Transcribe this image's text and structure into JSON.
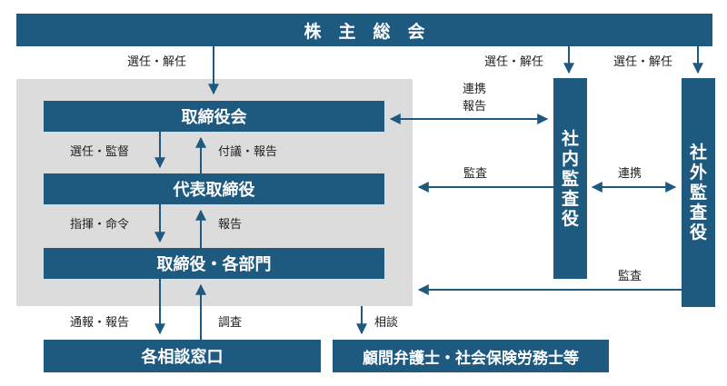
{
  "boxes": {
    "shareholders": "株　主　総　会",
    "board": "取締役会",
    "ceo": "代表取締役",
    "departments": "取締役・各部門",
    "consultation": "各相談窓口",
    "advisors": "顧問弁護士・社会保険労務士等",
    "internal_auditor": [
      "社",
      "内",
      "監",
      "査",
      "役"
    ],
    "external_auditor": [
      "社",
      "外",
      "監",
      "査",
      "役"
    ]
  },
  "labels": {
    "elect_board": "選任・解任",
    "elect_internal": "選任・解任",
    "elect_external": "選任・解任",
    "coordinate1": "連携",
    "report1": "報告",
    "elect_supervise": "選任・監督",
    "submit_report": "付議・報告",
    "audit1": "監査",
    "coordinate2": "連携",
    "direct_order": "指揮・命令",
    "report2": "報告",
    "audit2": "監査",
    "notify_report": "通報・報告",
    "investigate": "調査",
    "consult": "相談"
  },
  "colors": {
    "box": "#1e5a80",
    "panel": "#dcdcdc",
    "arrow": "#1e5a80"
  }
}
